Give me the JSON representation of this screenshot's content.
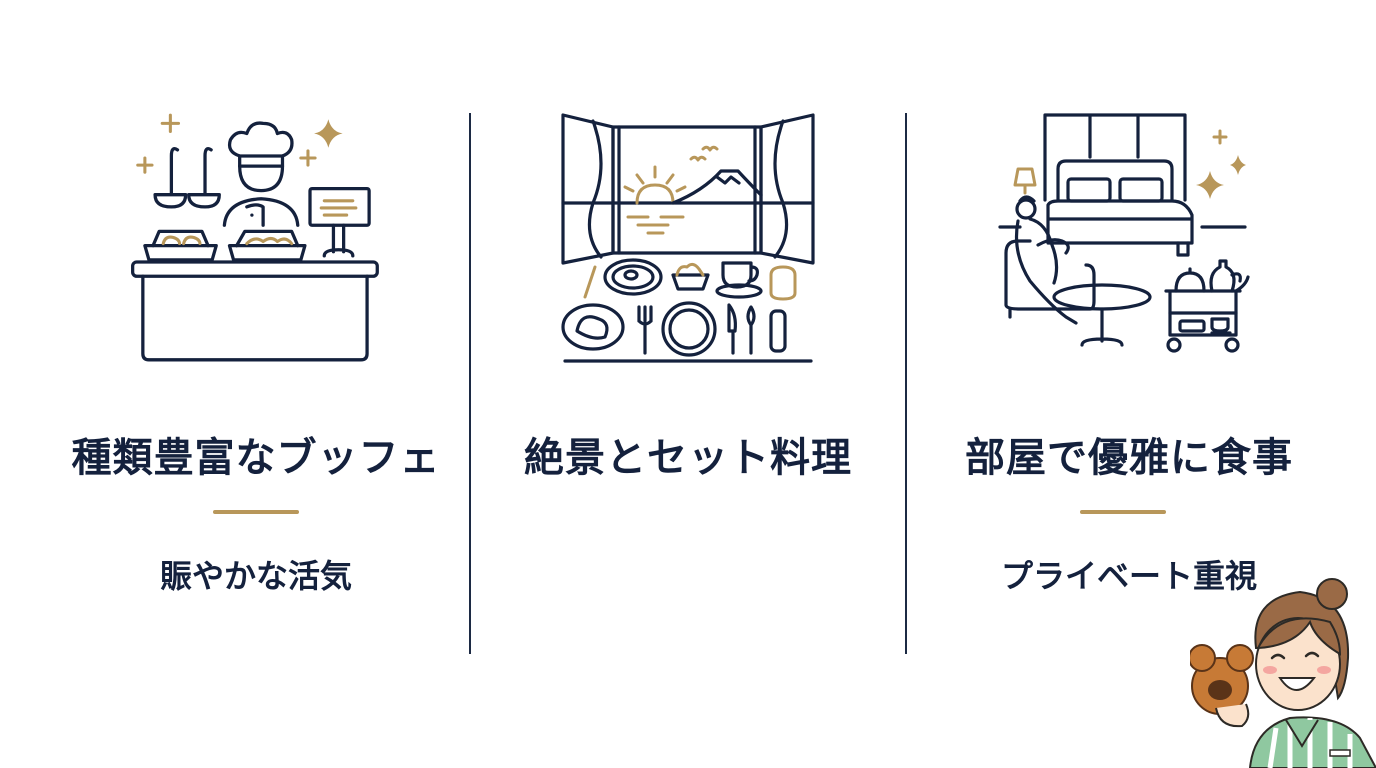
{
  "colors": {
    "navy": "#14213d",
    "gold": "#b8975a",
    "background": "#ffffff"
  },
  "panels": [
    {
      "title": "種類豊富なブッフェ",
      "subtitle": "賑やかな活気",
      "icon": "buffet-chef-counter-icon"
    },
    {
      "title": "絶景とセット料理",
      "subtitle": "",
      "icon": "window-view-set-meal-icon"
    },
    {
      "title": "部屋で優雅に食事",
      "subtitle": "プライベート重視",
      "icon": "room-service-dining-icon"
    }
  ],
  "mascot": {
    "icon": "smiling-girl-with-mouse-shaped-bread-icon"
  }
}
